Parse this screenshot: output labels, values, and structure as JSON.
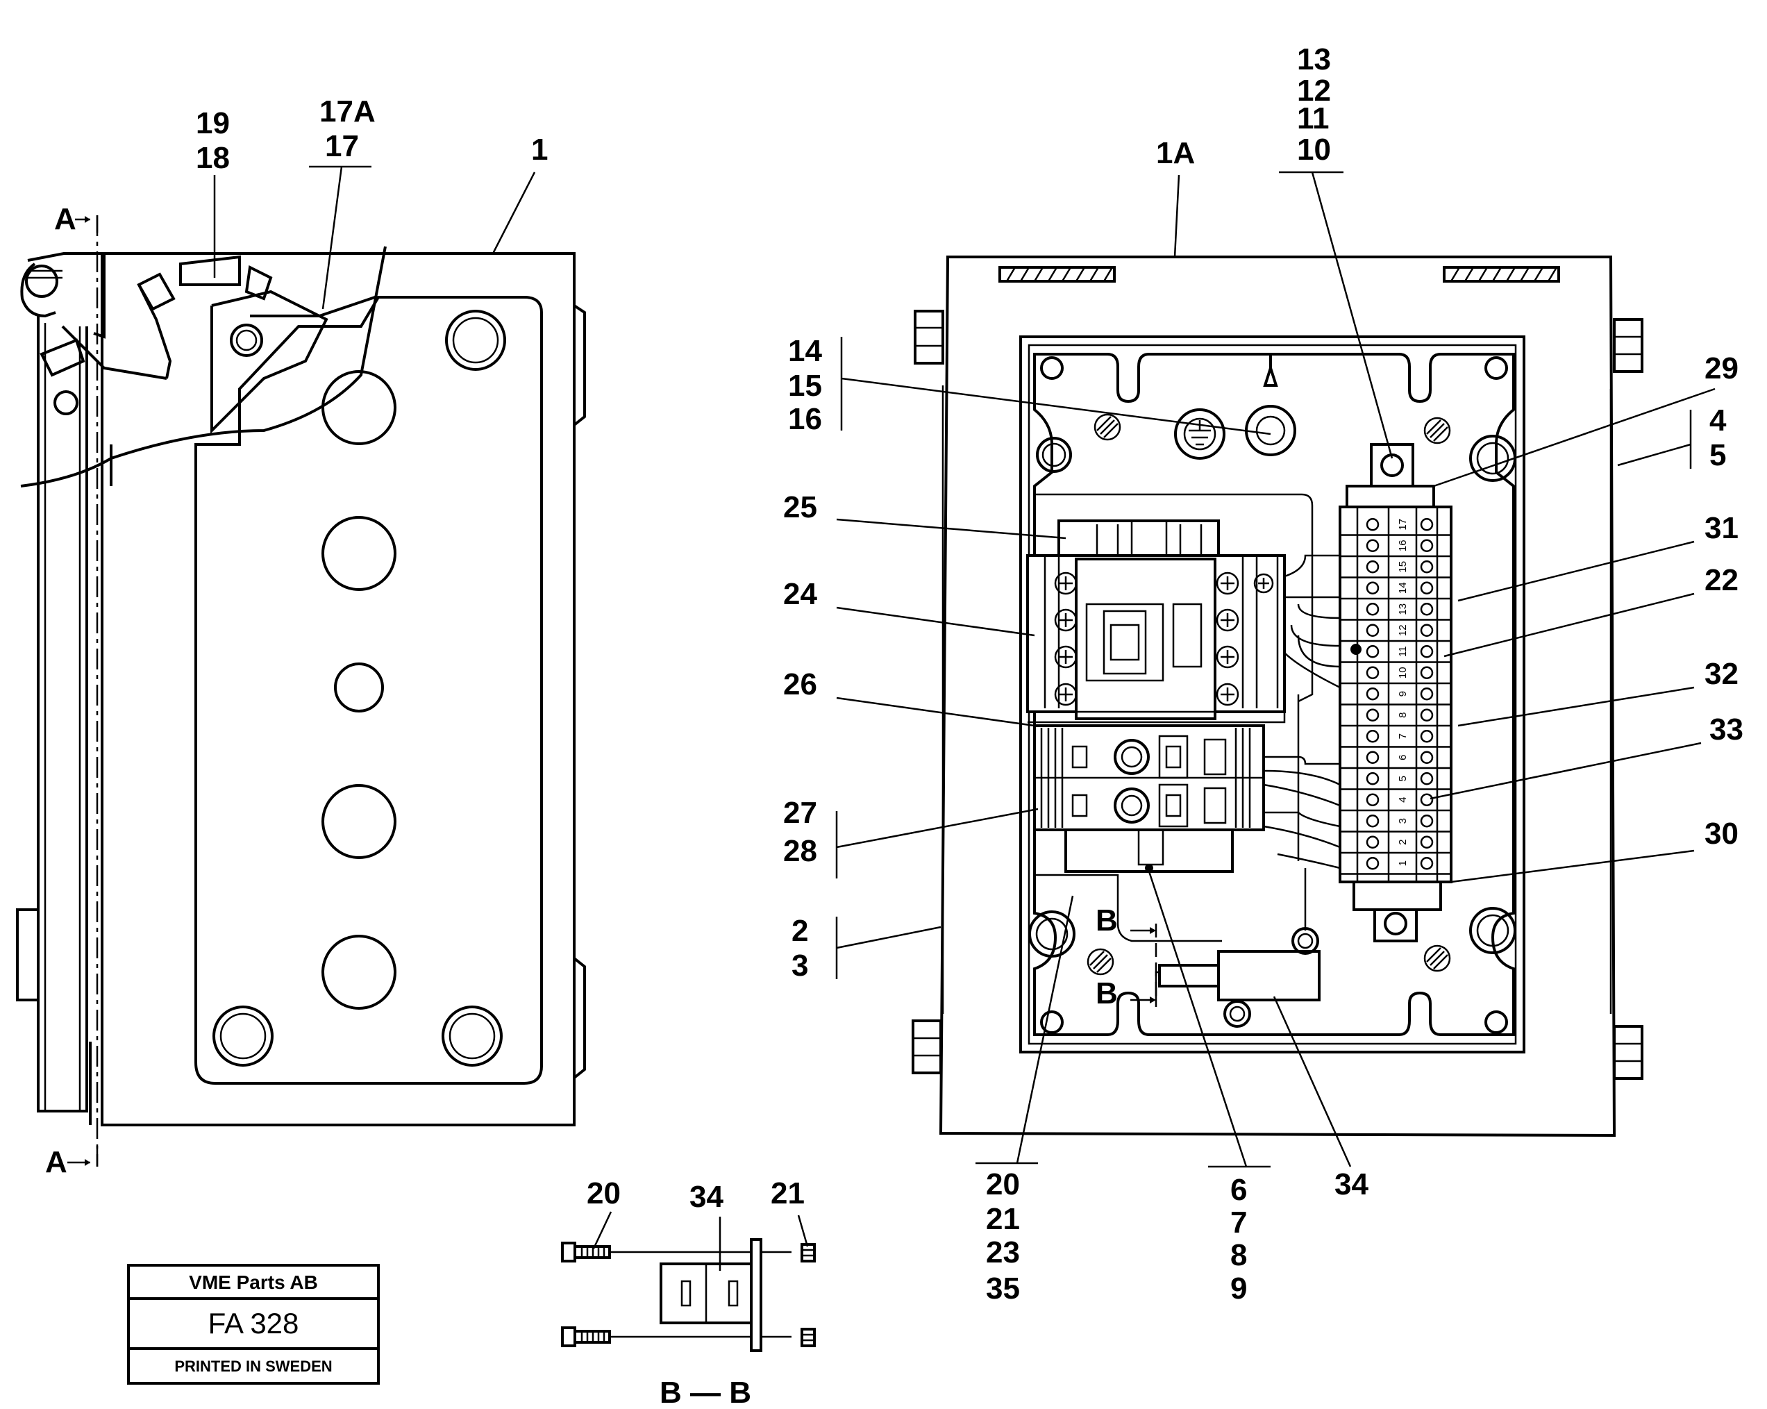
{
  "figure": {
    "callouts": {
      "c19": "19",
      "c18": "18",
      "c17A": "17A",
      "c17": "17",
      "c1": "1",
      "c13": "13",
      "c12": "12",
      "c11": "11",
      "c10": "10",
      "c1A": "1A",
      "c14": "14",
      "c15": "15",
      "c16": "16",
      "c29": "29",
      "c4": "4",
      "c5": "5",
      "c25": "25",
      "c31": "31",
      "c24": "24",
      "c22": "22",
      "c26": "26",
      "c32": "32",
      "c33": "33",
      "c27": "27",
      "c28": "28",
      "c30": "30",
      "c2": "2",
      "c3": "3",
      "c20": "20",
      "c21": "21",
      "c23": "23",
      "c35": "35",
      "c6": "6",
      "c7": "7",
      "c8": "8",
      "c9": "9",
      "c34": "34",
      "bb20": "20",
      "bb34": "34",
      "bb21": "21"
    },
    "section_marks": {
      "a_top": "A",
      "a_bottom": "A",
      "b_top": "B",
      "b_bottom": "B"
    },
    "section_view_caption": "B — B",
    "terminal_numbers": [
      "17",
      "16",
      "15",
      "14",
      "13",
      "12",
      "11",
      "10",
      "9",
      "8",
      "7",
      "6",
      "5",
      "4",
      "3",
      "2",
      "1"
    ]
  },
  "title_block": {
    "company": "VME Parts AB",
    "code": "FA 328",
    "footer": "PRINTED IN SWEDEN"
  }
}
